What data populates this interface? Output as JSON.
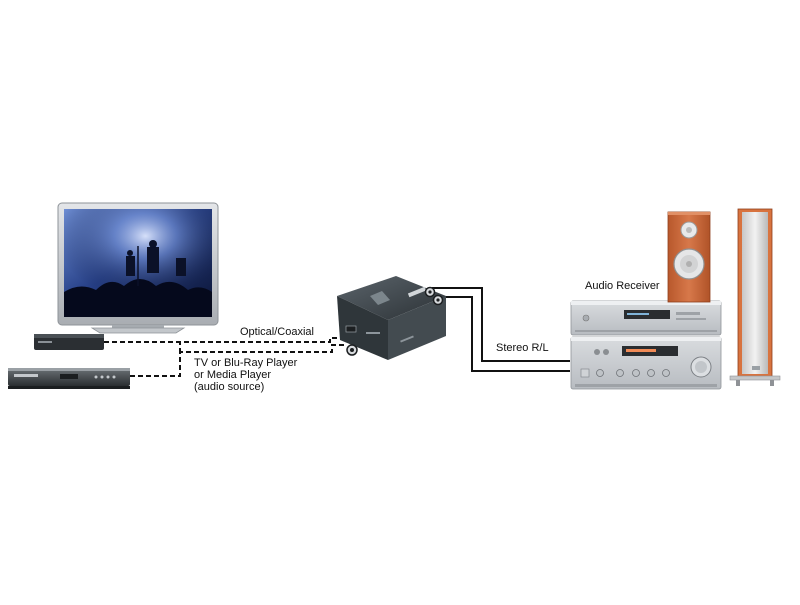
{
  "labels": {
    "audio_receiver": "Audio Receiver",
    "optical_coaxial": "Optical/Coaxial",
    "stereo_rl": "Stereo R/L",
    "source_line1": "TV or Blu-Ray Player",
    "source_line2": "or Media Player",
    "source_line3": "(audio source)"
  },
  "colors": {
    "cable": "#111111",
    "speaker_wood": "#c9683a",
    "device_silver": "#c9ccd0",
    "converter_body": "#3b4348"
  }
}
